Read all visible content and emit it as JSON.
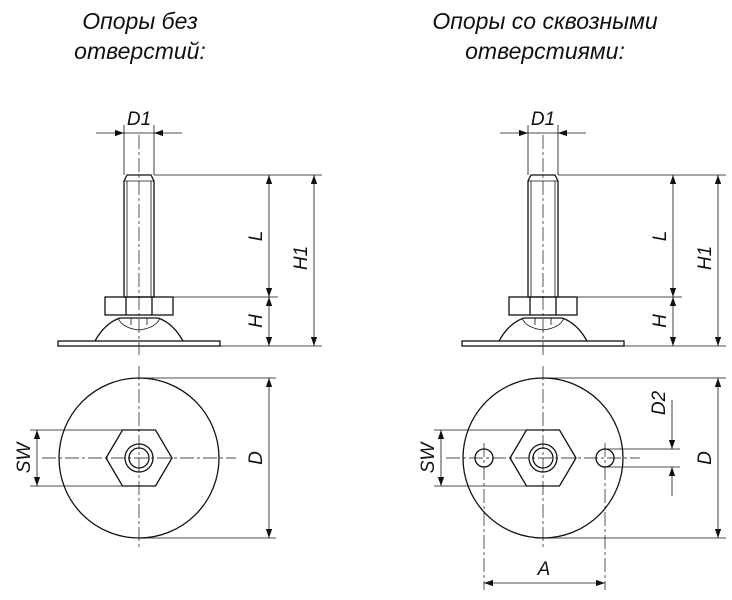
{
  "left_view": {
    "title_line1": "Опоры без",
    "title_line2": "отверстий:"
  },
  "right_view": {
    "title_line1": "Опоры со сквозными",
    "title_line2": "отверстиями:"
  },
  "dimensions": {
    "d1": "D1",
    "l": "L",
    "h1": "H1",
    "h": "H",
    "sw": "SW",
    "d": "D",
    "d2": "D2",
    "a": "A"
  }
}
